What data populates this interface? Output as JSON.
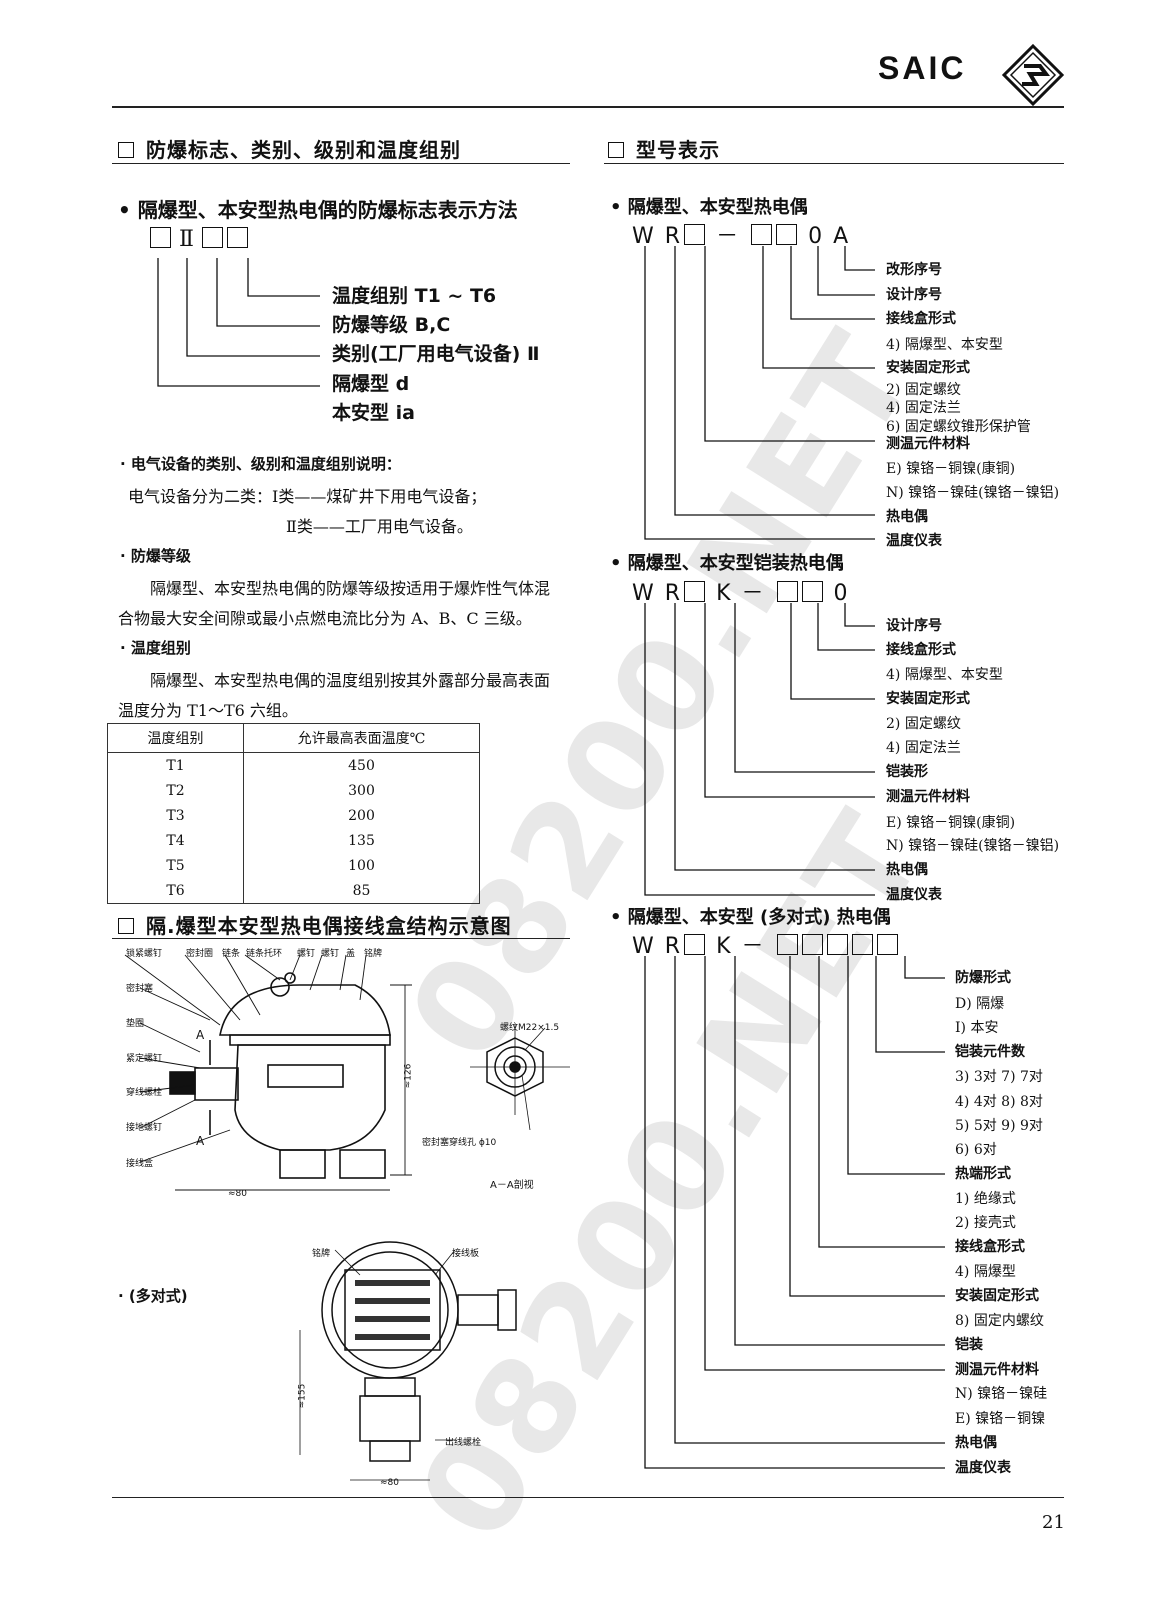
{
  "header": {
    "brand": "SAIC"
  },
  "watermark": {
    "text": "08200.NET"
  },
  "left": {
    "section1_title": "防爆标志、类别、级别和温度组别",
    "bullet1": "隔爆型、本安型热电偶的防爆标志表示方法",
    "mark_roman": "Ⅱ",
    "mark_labels": [
      "温度组别 T1 ~ T6",
      "防爆等级 B,C",
      "类别(工厂用电气设备) Ⅱ",
      "隔爆型 d",
      "本安型 ia"
    ],
    "sub1_title": "· 电气设备的类别、级别和温度组别说明：",
    "sub1_line1": "电气设备分为二类：Ⅰ类——煤矿井下用电气设备；",
    "sub1_line2": "Ⅱ类——工厂用电气设备。",
    "sub2_title": "· 防爆等级",
    "sub2_line1": "隔爆型、本安型热电偶的防爆等级按适用于爆炸性气体混",
    "sub2_line2": "合物最大安全间隙或最小点燃电流比分为 A、B、C 三级。",
    "sub3_title": "·  温度组别",
    "sub3_line1": "隔爆型、本安型热电偶的温度组别按其外露部分最高表面",
    "sub3_line2": "温度分为 T1～T6 六组。",
    "table": {
      "headers": [
        "温度组别",
        "允许最高表面温度℃"
      ],
      "rows": [
        [
          "T1",
          "450"
        ],
        [
          "T2",
          "300"
        ],
        [
          "T3",
          "200"
        ],
        [
          "T4",
          "135"
        ],
        [
          "T5",
          "100"
        ],
        [
          "T6",
          "85"
        ]
      ]
    },
    "section2_title": "隔.爆型本安型热电偶接线盒结构示意图",
    "diagram1_labels": [
      "锁紧螺钉",
      "密封圈",
      "链条",
      "链条托环",
      "螺钉",
      "螺钉",
      "盖",
      "铭牌",
      "密封塞",
      "垫圈",
      "紧定螺钉",
      "穿线螺栓",
      "接地螺钉",
      "接线盒",
      "A",
      "A",
      "≈80",
      "≈126"
    ],
    "diagram2_labels": [
      "螺纹M22×1.5",
      "密封塞穿线孔 ϕ10",
      "A－A剖视"
    ],
    "multi_label": "· (多对式)",
    "diagram3_labels": [
      "铭牌",
      "接线板",
      "≈155",
      "≈80",
      "出线螺栓"
    ]
  },
  "right": {
    "section_title": "型号表示",
    "g1": {
      "title": "隔爆型、本安型热电偶",
      "code": [
        "W",
        "R",
        "□",
        "－",
        "□",
        "□",
        "0",
        "A"
      ],
      "labels": [
        "改形序号",
        "设计序号",
        "接线盒形式",
        "4) 隔爆型、本安型",
        "安装固定形式",
        "2) 固定螺纹",
        "4) 固定法兰",
        "6) 固定螺纹锥形保护管",
        "测温元件材料",
        "E) 镍铬－铜镍(康铜)",
        "N) 镍铬－镍硅(镍铬－镍铝)",
        "热电偶",
        "温度仪表"
      ]
    },
    "g2": {
      "title": "隔爆型、本安型铠装热电偶",
      "code": [
        "W",
        "R",
        "□",
        "K",
        "－",
        "□",
        "□",
        "0"
      ],
      "labels": [
        "设计序号",
        "接线盒形式",
        "4) 隔爆型、本安型",
        "安装固定形式",
        "2) 固定螺纹",
        "4) 固定法兰",
        "铠装形",
        "测温元件材料",
        "E) 镍铬－铜镍(康铜)",
        "N) 镍铬－镍硅(镍铬－镍铝)",
        "热电偶",
        "温度仪表"
      ]
    },
    "g3": {
      "title": "隔爆型、本安型 (多对式) 热电偶",
      "code": [
        "W",
        "R",
        "□",
        "K",
        "－",
        "□",
        "□",
        "□",
        "□",
        "□"
      ],
      "labels": [
        "防爆形式",
        "D) 隔爆",
        "I) 本安",
        "铠装元件数",
        "3) 3对  7) 7对",
        "4) 4对  8) 8对",
        "5) 5对  9) 9对",
        "6) 6对",
        "热端形式",
        "1) 绝缘式",
        "2) 接壳式",
        "接线盒形式",
        "4) 隔爆型",
        "安装固定形式",
        "8) 固定内螺纹",
        "铠装",
        "测温元件材料",
        "N) 镍铬－镍硅",
        "E) 镍铬－铜镍",
        "热电偶",
        "温度仪表"
      ]
    }
  },
  "footer": {
    "page_number": "21"
  }
}
